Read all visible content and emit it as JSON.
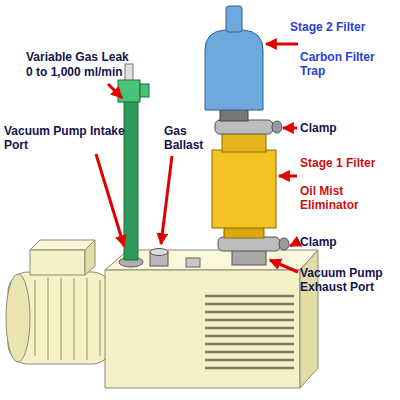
{
  "diagram": {
    "labels": [
      "Stage 2 Filter",
      "Carbon Filter Trap",
      "Variable Gas Leak",
      "0 to 1,000 ml/min",
      "Clamp",
      "Vacuum Pump Intake Port",
      "Gas Ballast",
      "Stage 1 Filter",
      "Oil Mist Eliminator",
      "Clamp",
      "Vacuum Pump Exhaust Port"
    ]
  }
}
